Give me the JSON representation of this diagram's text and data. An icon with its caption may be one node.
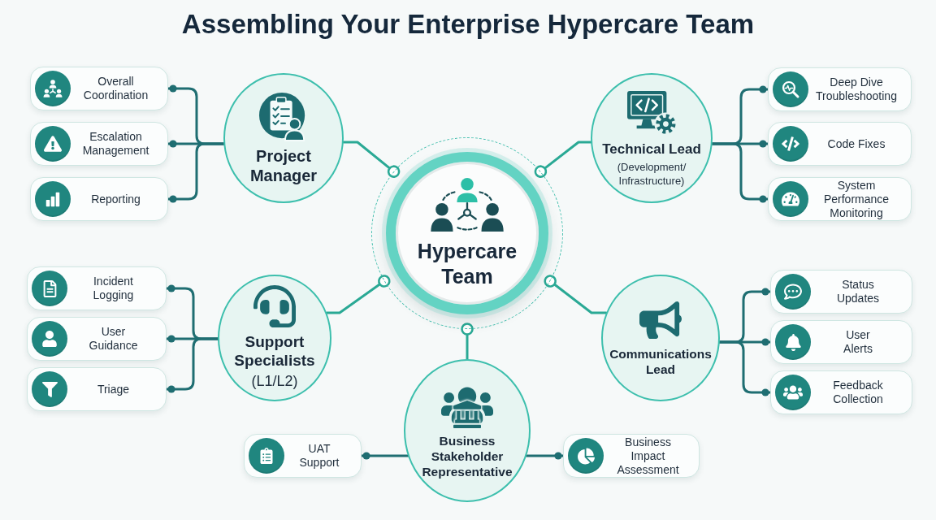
{
  "diagram": {
    "title": "Assembling Your Enterprise Hypercare Team",
    "nodes": [
      {
        "text": [
          "Overall Coordination"
        ]
      },
      {
        "text": [
          "Escalation Management"
        ]
      },
      {
        "text": [
          "Reporting"
        ]
      },
      {
        "text": [
          "Project Manager"
        ]
      },
      {
        "text": [
          "Hypercare Team"
        ]
      },
      {
        "text": [
          "Technical Lead",
          "(Development/ Infrastructure)"
        ]
      },
      {
        "text": [
          "Deep Dive Troubleshooting"
        ]
      },
      {
        "text": [
          "Code Fixes"
        ]
      },
      {
        "text": [
          "System Performance Monitoring"
        ]
      },
      {
        "text": [
          "Incident Logging"
        ]
      },
      {
        "text": [
          "User Guidance"
        ]
      },
      {
        "text": [
          "Triage"
        ]
      },
      {
        "text": [
          "Support Specialists",
          "(L1/L2)"
        ]
      },
      {
        "text": [
          "Communications Lead"
        ]
      },
      {
        "text": [
          "Status Updates"
        ]
      },
      {
        "text": [
          "User Alerts"
        ]
      },
      {
        "text": [
          "Feedback Collection"
        ]
      },
      {
        "text": [
          "Business Stakeholder Representative"
        ]
      },
      {
        "text": [
          "UAT Support"
        ]
      },
      {
        "text": [
          "Business Impact Assessment"
        ]
      }
    ],
    "edges": [
      {
        "from": 3,
        "to": 4,
        "arrow": "other",
        "color": "#2aa995"
      },
      {
        "from": 5,
        "to": 4,
        "arrow": "other",
        "color": "#2aa995"
      },
      {
        "from": 12,
        "to": 4,
        "arrow": "other",
        "color": "#2aa995"
      },
      {
        "from": 13,
        "to": 4,
        "arrow": "other",
        "color": "#2aa995"
      },
      {
        "from": 17,
        "to": 4,
        "arrow": "other",
        "color": "#2aa995"
      },
      {
        "from": 3,
        "to": 0,
        "arrow": "other"
      },
      {
        "from": 3,
        "to": 1,
        "arrow": "other"
      },
      {
        "from": 3,
        "to": 2,
        "arrow": "other"
      },
      {
        "from": 5,
        "to": 6,
        "arrow": "other"
      },
      {
        "from": 5,
        "to": 7,
        "arrow": "other"
      },
      {
        "from": 5,
        "to": 8,
        "arrow": "other"
      },
      {
        "from": 12,
        "to": 9,
        "arrow": "other"
      },
      {
        "from": 12,
        "to": 10,
        "arrow": "other"
      },
      {
        "from": 12,
        "to": 11,
        "arrow": "other"
      },
      {
        "from": 13,
        "to": 14,
        "arrow": "other"
      },
      {
        "from": 13,
        "to": 15,
        "arrow": "other"
      },
      {
        "from": 13,
        "to": 16,
        "arrow": "other"
      },
      {
        "from": 17,
        "to": 18,
        "arrow": "other"
      },
      {
        "from": 17,
        "to": 19,
        "arrow": "other"
      }
    ]
  }
}
